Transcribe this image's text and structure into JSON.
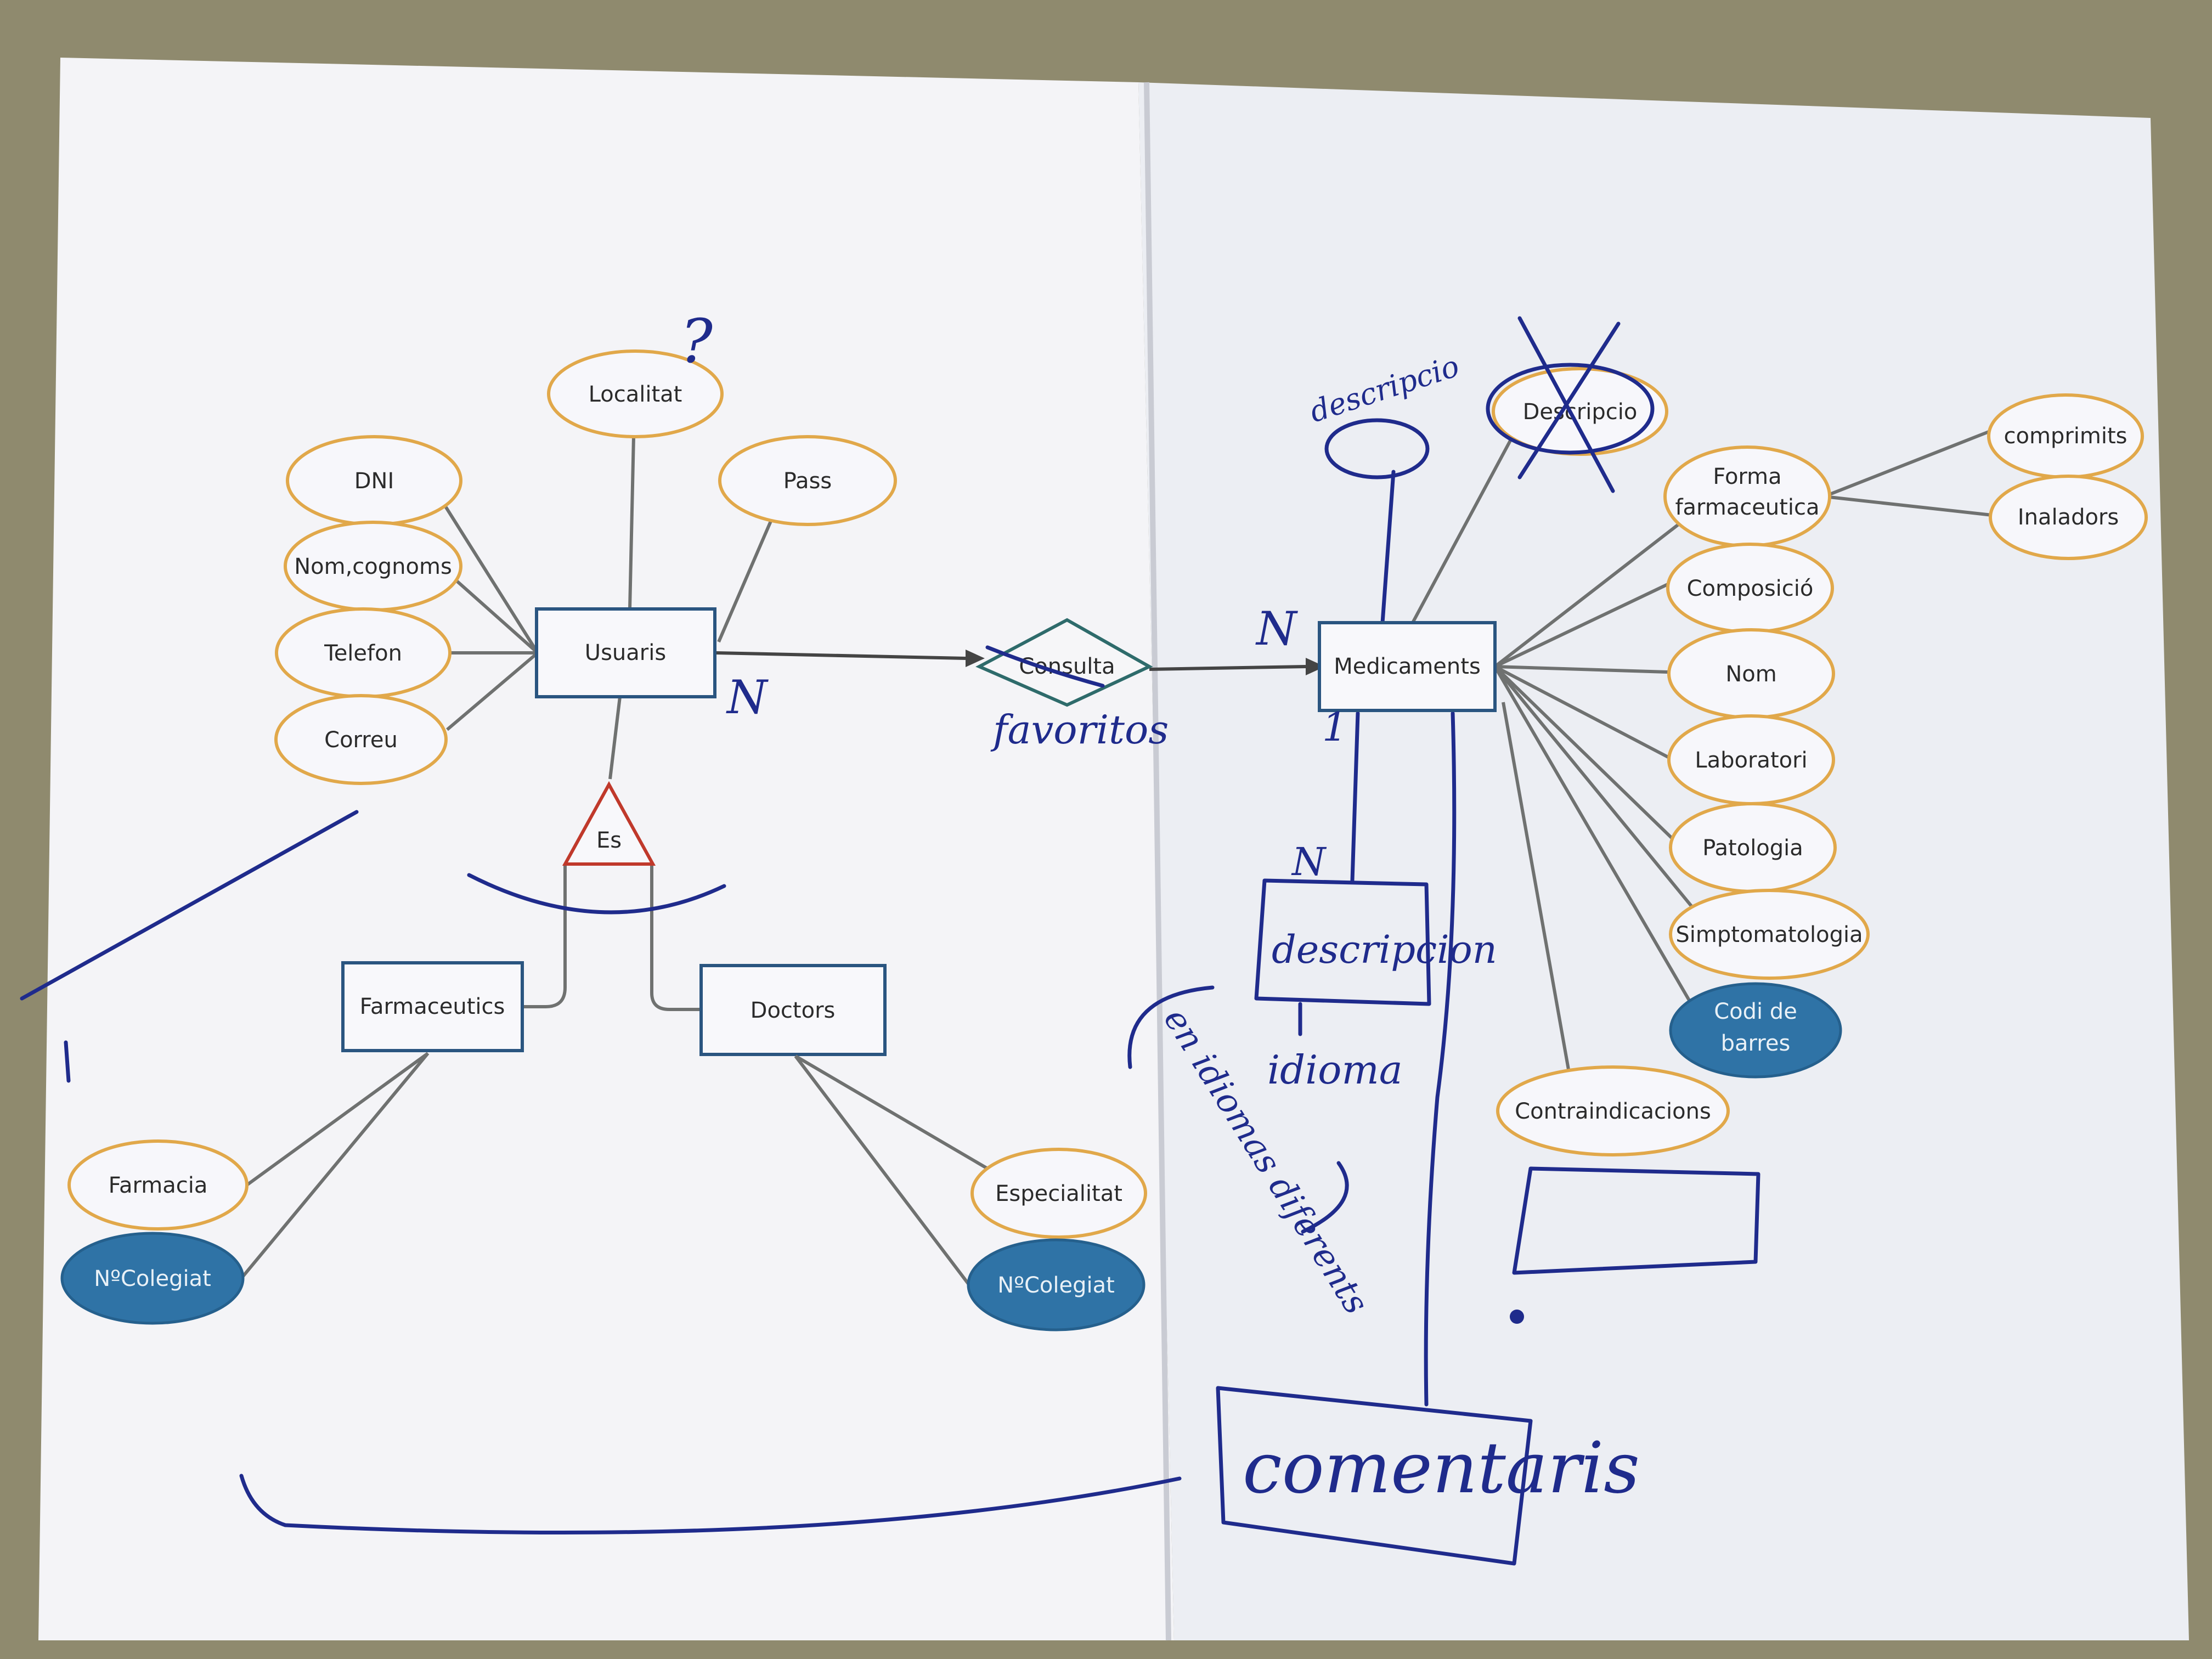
{
  "entities": {
    "usuaris": "Usuaris",
    "medicaments": "Medicaments",
    "farmaceutics": "Farmaceutics",
    "doctors": "Doctors"
  },
  "relationships": {
    "consulta": "Consulta",
    "es": "Es"
  },
  "attributes": {
    "localitat": "Localitat",
    "dni": "DNI",
    "pass": "Pass",
    "nom_cognoms": "Nom,cognoms",
    "telefon": "Telefon",
    "correu": "Correu",
    "farmacia": "Farmacia",
    "n_colegiat_farm": "NºColegiat",
    "especialitat": "Especialitat",
    "n_colegiat_doc": "NºColegiat",
    "descripcio": "Descripcio",
    "forma_1": "Forma",
    "forma_2": "farmaceutica",
    "comprimits": "comprimits",
    "inaladors": "Inaladors",
    "composicio": "Composició",
    "nom": "Nom",
    "laboratori": "Laboratori",
    "patologia": "Patologia",
    "simptomatologia": "Simptomatologia",
    "codi_1": "Codi de",
    "codi_2": "barres",
    "contraindicacions": "Contraindicacions"
  },
  "handwritten": {
    "question_mark": "?",
    "favoritos": "favoritos",
    "card_n_usuaris": "N",
    "card_n_medicaments": "N",
    "card_1": "1",
    "card_n_descripcio": "N",
    "descripcio_note": "descripcio",
    "descripcion_box": "descripcion",
    "idioma": "idioma",
    "idiomas_note": "en idiomas diferents",
    "comentaris": "comentaris"
  },
  "colors": {
    "paper": "#f6f6f8",
    "attribute_border": "#e1a84a",
    "key_attribute_fill": "#2f73a6",
    "entity_border": "#2a5580",
    "relationship_border": "#2e6b6b",
    "isa_triangle": "#c0392b",
    "pen_ink": "#1f2b8c",
    "connector": "#6f7170"
  }
}
